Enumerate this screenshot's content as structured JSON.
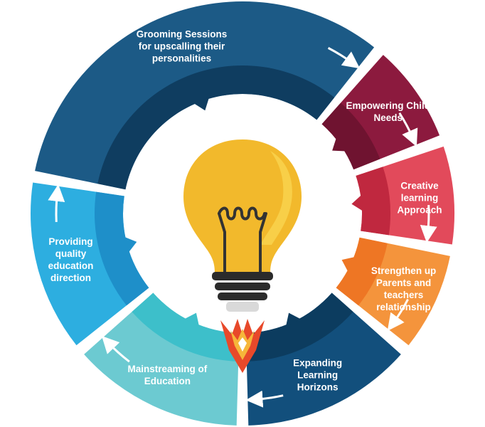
{
  "segments": [
    {
      "label": "Empowering Child\nNeeds",
      "color": "#8c1a3e",
      "inner": "#6f1330"
    },
    {
      "label": "Creative learning\nApproach",
      "color": "#e24a5b",
      "inner": "#c0283f"
    },
    {
      "label": "Strengthen up\nParents and\nteachers\nrelationship",
      "color": "#f4943c",
      "inner": "#ee7624"
    },
    {
      "label": "Expanding\nLearning\nHorizons",
      "color": "#124f7c",
      "inner": "#0c3c5f"
    },
    {
      "label": "Mainstreaming of\nEducation",
      "color": "#6ccad1",
      "inner": "#3dbfca"
    },
    {
      "label": "Providing\nquality\neducation\ndirection",
      "color": "#2daee0",
      "inner": "#1e8fc9"
    },
    {
      "label": "Grooming Sessions\nfor upscalling their\npersonalities",
      "color": "#1c5a86",
      "inner": "#0f3d60"
    }
  ],
  "colors": {
    "bulb_yellow": "#f2b92c",
    "bulb_highlight": "#f9d24e",
    "bulb_dark": "#2b2b2b",
    "filament": "#333333",
    "flame_outer": "#e8492a",
    "flame_inner": "#f6b63a"
  },
  "icons": [
    "lightbulb-icon",
    "rocket-flame-icon"
  ]
}
